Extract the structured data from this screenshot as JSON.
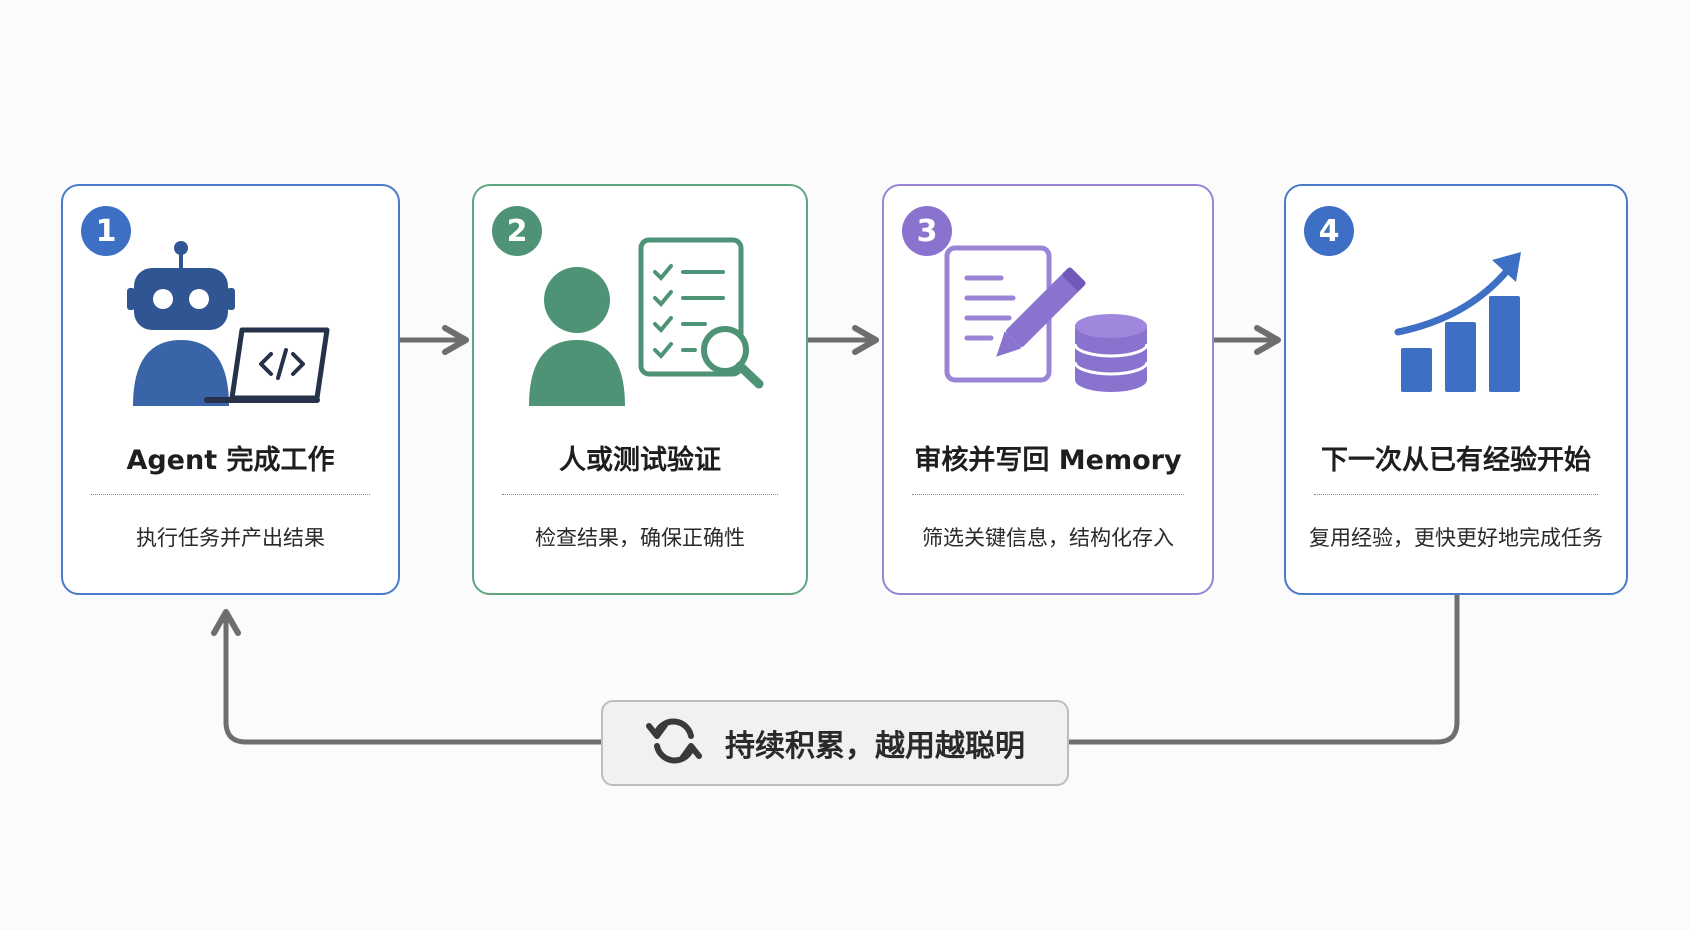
{
  "steps": [
    {
      "number": "1",
      "title": "Agent 完成工作",
      "desc": "执行任务并产出结果",
      "icon": "robot-laptop-icon",
      "color": "#3d6fc4"
    },
    {
      "number": "2",
      "title": "人或测试验证",
      "desc": "检查结果，确保正确性",
      "icon": "person-checklist-icon",
      "color": "#4f9377"
    },
    {
      "number": "3",
      "title": "审核并写回 Memory",
      "desc": "筛选关键信息，结构化存入",
      "icon": "document-database-icon",
      "color": "#8a72cf"
    },
    {
      "number": "4",
      "title": "下一次从已有经验开始",
      "desc": "复用经验，更快更好地完成任务",
      "icon": "growth-chart-icon",
      "color": "#3d6fc4"
    }
  ],
  "loop": {
    "label": "持续积累，越用越聪明",
    "icon": "refresh-icon"
  },
  "colors": {
    "arrow": "#6e6e6e",
    "background": "#fbfbfb"
  }
}
